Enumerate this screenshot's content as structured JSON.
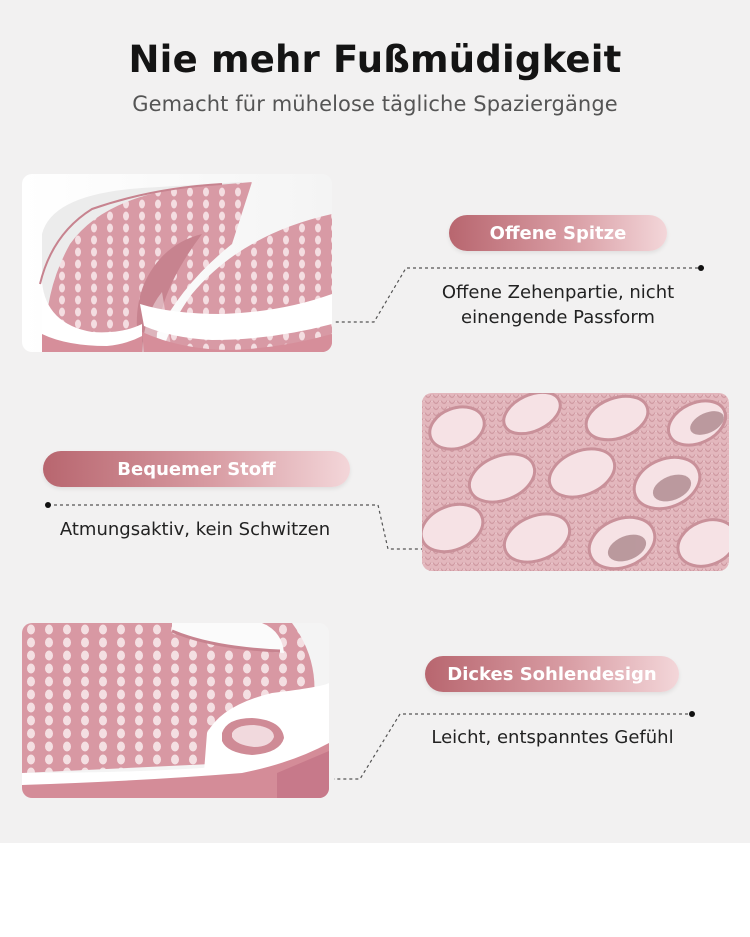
{
  "header": {
    "title": "Nie mehr Fußmüdigkeit",
    "subtitle": "Gemacht für mühelose tägliche Spaziergänge"
  },
  "colors": {
    "background": "#f2f1f1",
    "pill_gradient_start": "#b8666f",
    "pill_gradient_end": "#f3d6d9",
    "shoe_pink": "#d9a1ab",
    "sole_white": "#ffffff"
  },
  "features": [
    {
      "label": "Offene Spitze",
      "description_line1": "Offene Zehenpartie, nicht",
      "description_line2": "einengende Passform"
    },
    {
      "label": "Bequemer Stoff",
      "description_line1": "Atmungsaktiv, kein Schwitzen"
    },
    {
      "label": "Dickes Sohlendesign",
      "description_line1": "Leicht, entspanntes Gefühl"
    }
  ]
}
